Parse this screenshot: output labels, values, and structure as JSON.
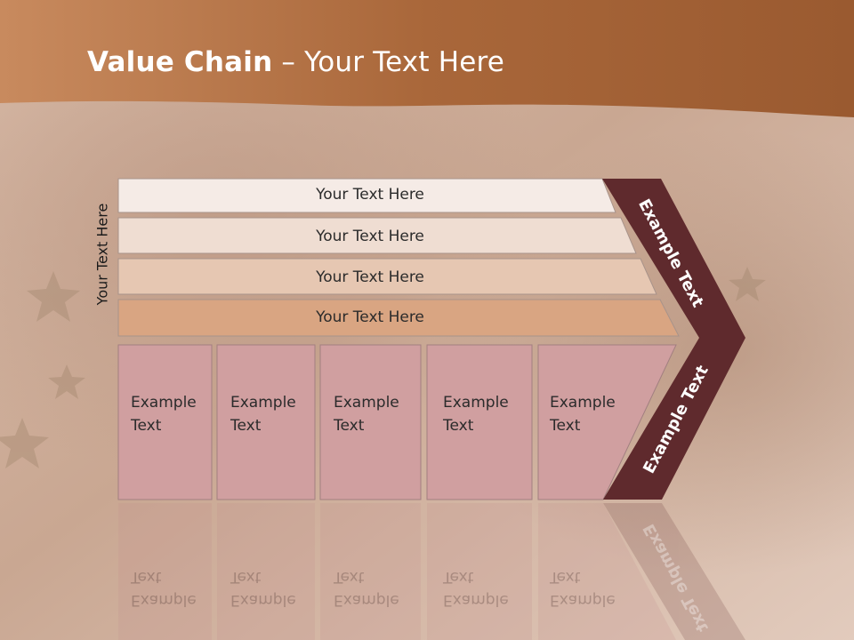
{
  "slide": {
    "title_bold": "Value Chain",
    "title_rest": " – Your Text Here",
    "side_label": "Your Text Here",
    "rows": [
      {
        "label": "Your Text Here"
      },
      {
        "label": "Your Text Here"
      },
      {
        "label": "Your Text Here"
      },
      {
        "label": "Your Text Here"
      }
    ],
    "cells": [
      {
        "line1": "Example",
        "line2": "Text"
      },
      {
        "line1": "Example",
        "line2": "Text"
      },
      {
        "line1": "Example",
        "line2": "Text"
      },
      {
        "line1": "Example",
        "line2": "Text"
      },
      {
        "line1": "Example",
        "line2": "Text"
      }
    ],
    "chevron_top_label": "Example Text",
    "chevron_bottom_label": "Example Text"
  },
  "colors": {
    "header": "#a9673a",
    "row1": "#f5ebe6",
    "row2": "#efddd2",
    "row3": "#e6c7b2",
    "row4": "#d9a582",
    "cell": "#d09fa0",
    "chevron": "#5f2a2d"
  }
}
